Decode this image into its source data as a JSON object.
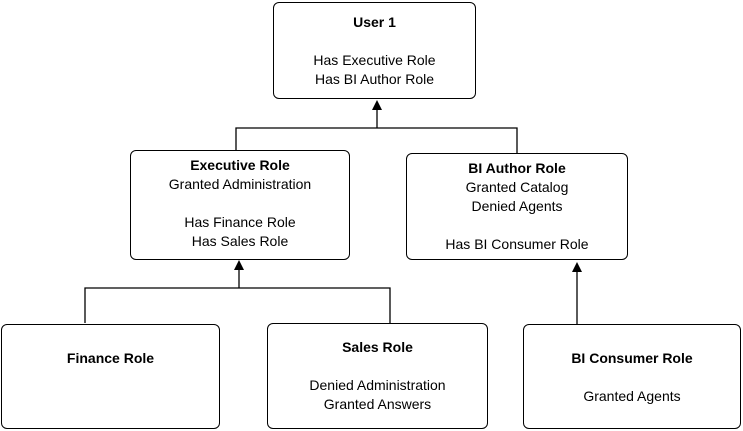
{
  "diagram": {
    "nodes": {
      "user1": {
        "title": "User 1",
        "lines": [
          "Has Executive Role",
          "Has BI Author Role"
        ]
      },
      "executive": {
        "title": "Executive Role",
        "lines": [
          "Granted Administration",
          "Has Finance Role",
          "Has Sales Role"
        ]
      },
      "bi_author": {
        "title": "BI Author Role",
        "lines": [
          "Granted Catalog",
          "Denied Agents",
          "Has BI Consumer Role"
        ]
      },
      "finance": {
        "title": "Finance Role",
        "lines": []
      },
      "sales": {
        "title": "Sales Role",
        "lines": [
          "Denied Administration",
          "Granted Answers"
        ]
      },
      "bi_consumer": {
        "title": "BI Consumer Role",
        "lines": [
          "Granted Agents"
        ]
      }
    },
    "edges": [
      {
        "from": "executive",
        "to": "user1"
      },
      {
        "from": "bi_author",
        "to": "user1"
      },
      {
        "from": "finance",
        "to": "executive"
      },
      {
        "from": "sales",
        "to": "executive"
      },
      {
        "from": "bi_consumer",
        "to": "bi_author"
      }
    ],
    "line_color": "#000000"
  }
}
